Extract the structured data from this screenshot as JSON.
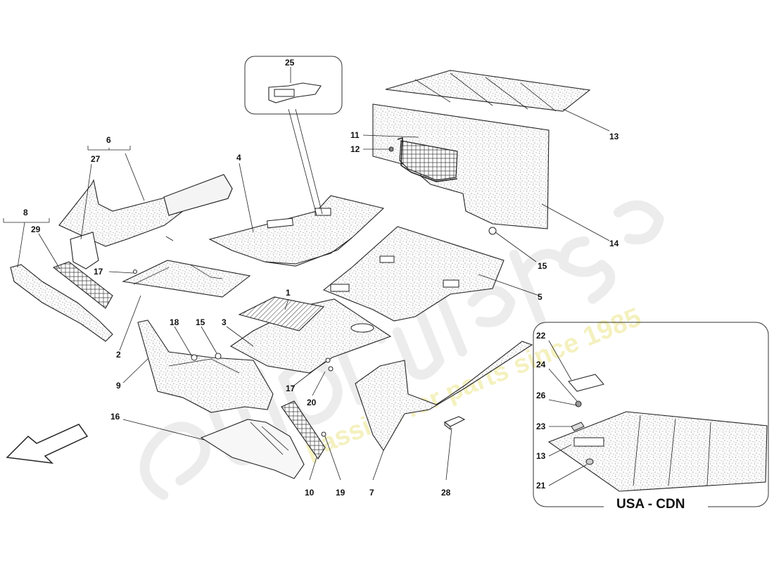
{
  "diagram": {
    "callouts": [
      "1",
      "2",
      "3",
      "4",
      "5",
      "6",
      "7",
      "8",
      "9",
      "10",
      "11",
      "12",
      "13",
      "13",
      "14",
      "15",
      "15",
      "16",
      "17",
      "17",
      "18",
      "19",
      "20",
      "21",
      "22",
      "23",
      "24",
      "25",
      "26",
      "27",
      "28",
      "29"
    ],
    "inset_label": "USA - CDN",
    "watermark_tagline": "a passion for parts since 1985"
  }
}
